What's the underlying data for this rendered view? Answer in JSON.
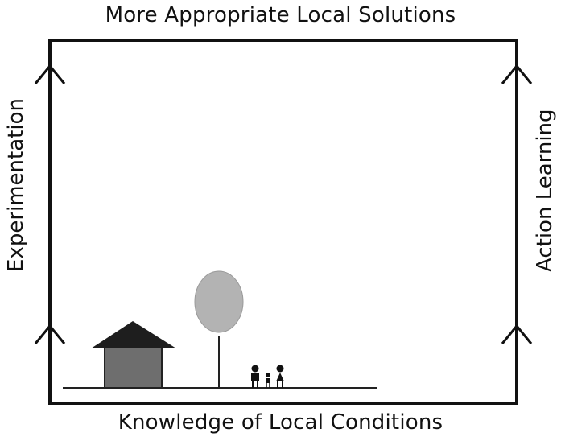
{
  "labels": {
    "top": "More Appropriate Local Solutions",
    "bottom": "Knowledge of Local Conditions",
    "left": "Experimentation",
    "right": "Action Learning"
  },
  "colors": {
    "frame": "#111111",
    "roof": "#1e1e1e",
    "house_body": "#6e6e6e",
    "tree_crown": "#b3b3b3",
    "ground": "#222222",
    "people": "#111111"
  },
  "icons": {
    "arrow": "chevron-up-icon",
    "house": "house-icon",
    "tree": "tree-icon",
    "family": "family-icon"
  }
}
